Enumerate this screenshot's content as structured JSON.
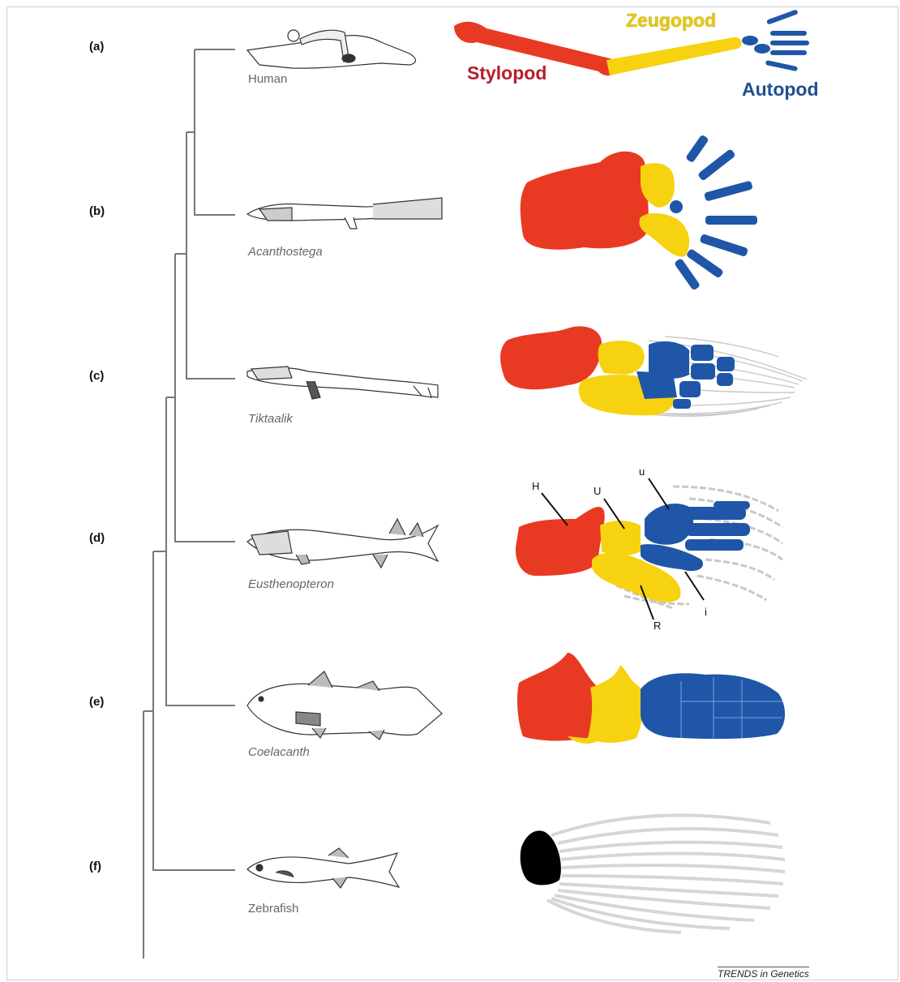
{
  "panels": [
    {
      "label": "(a)",
      "taxon": "Human"
    },
    {
      "label": "(b)",
      "taxon": "Acanthostega"
    },
    {
      "label": "(c)",
      "taxon": "Tiktaalik"
    },
    {
      "label": "(d)",
      "taxon": "Eusthenopteron"
    },
    {
      "label": "(e)",
      "taxon": "Coelacanth"
    },
    {
      "label": "(f)",
      "taxon": "Zebrafish"
    }
  ],
  "segments": {
    "stylopod": "Stylopod",
    "zeugopod": "Zeugopod",
    "autopod": "Autopod"
  },
  "bone_labels": {
    "H": "H",
    "U": "U",
    "u": "u",
    "R": "R",
    "i": "i"
  },
  "colors": {
    "stylopod": "#e83a22",
    "zeugopod": "#f7d210",
    "autopod": "#1f56a8",
    "stylopod_text": "#b51e2a",
    "zeugopod_text": "#e6c80c",
    "autopod_text": "#1f4f93",
    "tree": "#777777",
    "fin_rays": "#c8c8c8"
  },
  "credit": "TRENDS in Genetics"
}
